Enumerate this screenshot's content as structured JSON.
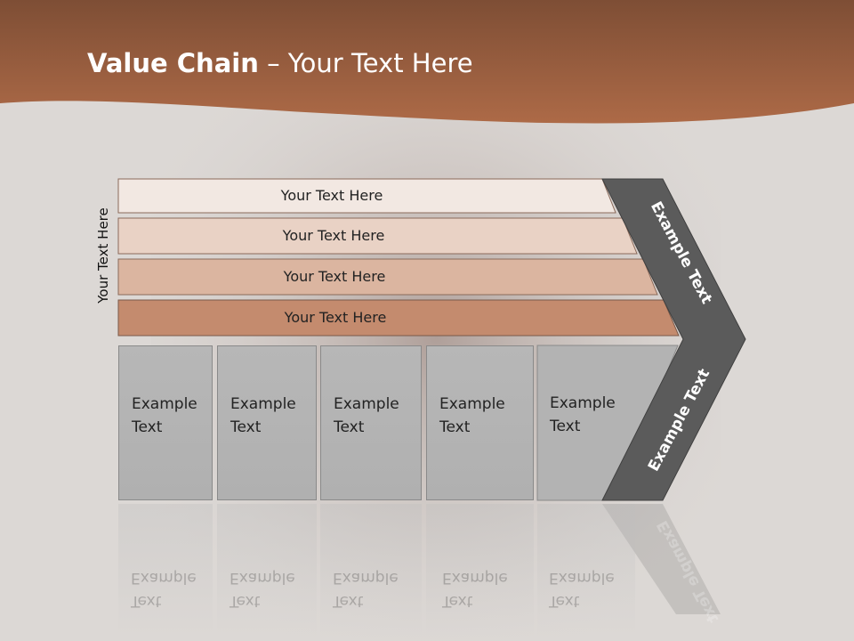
{
  "title": {
    "bold": "Value Chain",
    "rest": " – Your Text Here"
  },
  "side_label": "Your Text Here",
  "rows": [
    {
      "label": "Your Text Here"
    },
    {
      "label": "Your Text Here"
    },
    {
      "label": "Your Text Here"
    },
    {
      "label": "Your Text Here"
    }
  ],
  "columns": [
    {
      "line1": "Example",
      "line2": "Text"
    },
    {
      "line1": "Example",
      "line2": "Text"
    },
    {
      "line1": "Example",
      "line2": "Text"
    },
    {
      "line1": "Example",
      "line2": "Text"
    },
    {
      "line1": "Example",
      "line2": "Text"
    }
  ],
  "chevron": {
    "upper_label": "Example Text",
    "lower_label": "Example Text"
  },
  "colors": {
    "header": "#9a5c3d",
    "row1": "#f2e8e2",
    "row2": "#e9d2c5",
    "row3": "#dbb5a0",
    "row4": "#c48b6e",
    "chevron": "#5b5b5b"
  }
}
